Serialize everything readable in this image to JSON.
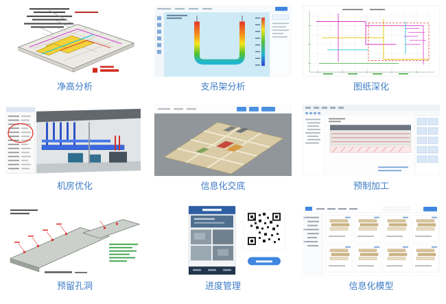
{
  "palette": {
    "caption_color": "#3e7cc6",
    "accent_blue": "#3f86e0",
    "fea_max_red": "#e2372a",
    "fea_min_blue": "#2b3fd8",
    "cad_magenta": "#d438c8",
    "cad_yellow": "#e6c619",
    "annotation_red": "#e03226",
    "annotation_green": "#2e9e3e"
  },
  "cards": [
    {
      "id": "clear-height-analysis",
      "caption": "净高分析"
    },
    {
      "id": "hanger-analysis",
      "caption": "支吊架分析"
    },
    {
      "id": "drawing-refinement",
      "caption": "图纸深化"
    },
    {
      "id": "plant-room-optimization",
      "caption": "机房优化"
    },
    {
      "id": "digital-briefing",
      "caption": "信息化交底"
    },
    {
      "id": "prefabrication",
      "caption": "预制加工"
    },
    {
      "id": "reserved-openings",
      "caption": "预留孔洞"
    },
    {
      "id": "schedule-management",
      "caption": "进度管理"
    },
    {
      "id": "information-model",
      "caption": "信息化模型"
    }
  ]
}
